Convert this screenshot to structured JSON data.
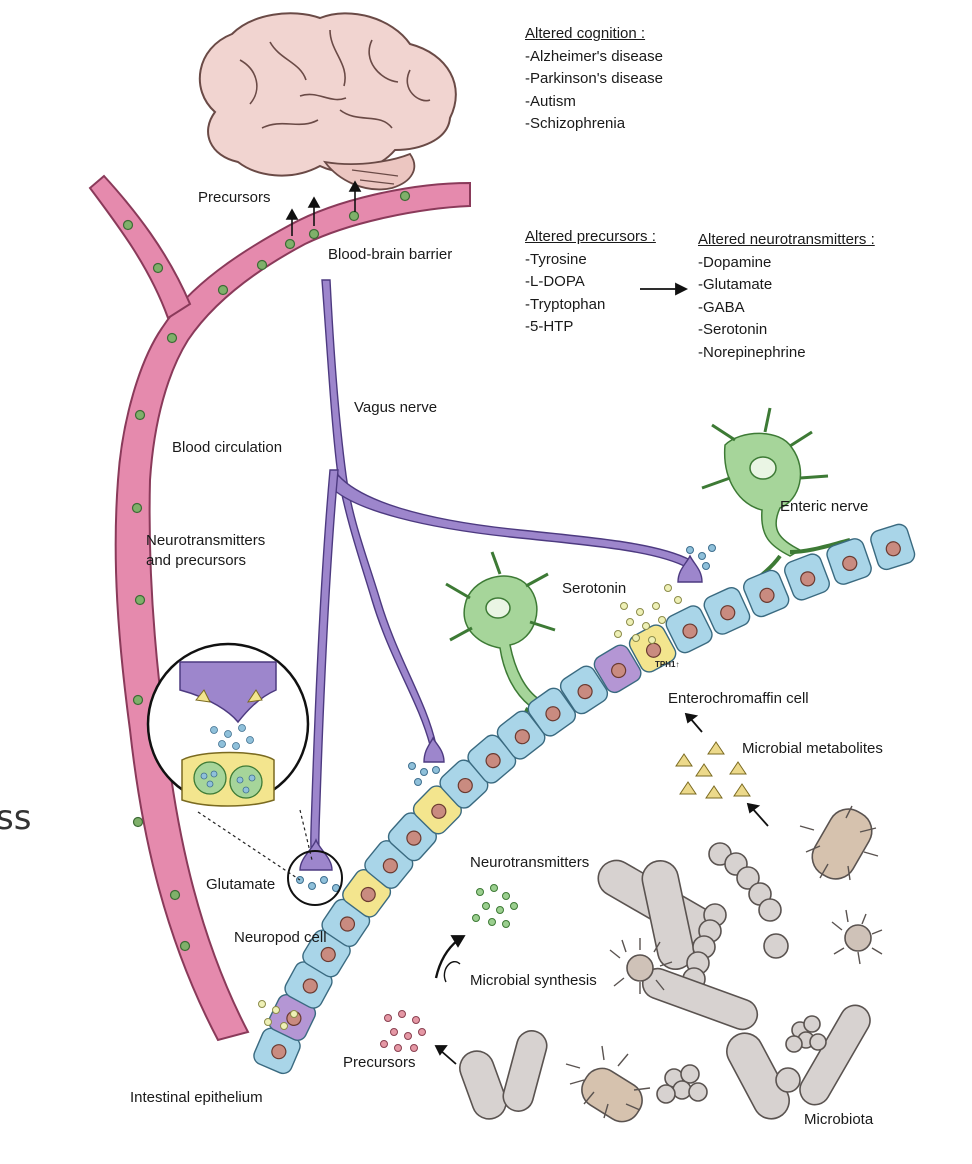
{
  "edge_fragment": "ss",
  "cognition": {
    "header": "Altered cognition :",
    "items": [
      "-Alzheimer's disease",
      "-Parkinson's disease",
      "-Autism",
      "-Schizophrenia"
    ]
  },
  "precursor_list": {
    "header": "Altered precursors :",
    "items": [
      "-Tyrosine",
      "-L-DOPA",
      "-Tryptophan",
      "-5-HTP"
    ]
  },
  "neurotransmitter_list": {
    "header": "Altered neurotransmitters :",
    "items": [
      "-Dopamine",
      "-Glutamate",
      "-GABA",
      "-Serotonin",
      "-Norepinephrine"
    ]
  },
  "labels": {
    "precursors_top": "Precursors",
    "blood_brain_barrier": "Blood-brain barrier",
    "vagus_nerve": "Vagus nerve",
    "blood_circulation": "Blood circulation",
    "neurotransmitters_precursors_1": "Neurotransmitters",
    "neurotransmitters_precursors_2": "and precursors",
    "enteric_nerve": "Enteric nerve",
    "serotonin": "Serotonin",
    "tph1": "TPH1↑",
    "enterochromaffin_cell": "Enterochromaffin cell",
    "microbial_metabolites": "Microbial metabolites",
    "glutamate": "Glutamate",
    "neuropod_cell": "Neuropod cell",
    "neurotransmitters": "Neurotransmitters",
    "microbial_synthesis": "Microbial synthesis",
    "precursors_bottom": "Precursors",
    "intestinal_epithelium": "Intestinal epithelium",
    "microbiota": "Microbiota"
  },
  "colors": {
    "blood_vessel": "#e58aad",
    "blood_cell": "#7fb06a",
    "vagus": "#9d86cc",
    "enteric": "#a6d59a",
    "epithelium": "#a9d5e8",
    "nucleus": "#c98b80",
    "enterochromaffin": "#b496d4",
    "neuropod": "#f3e58e",
    "brain": "#f1d4d0",
    "bacteria": "#d7d2d0",
    "metabolites": "#ecd98b",
    "precursor_dots": "#e598a5"
  }
}
